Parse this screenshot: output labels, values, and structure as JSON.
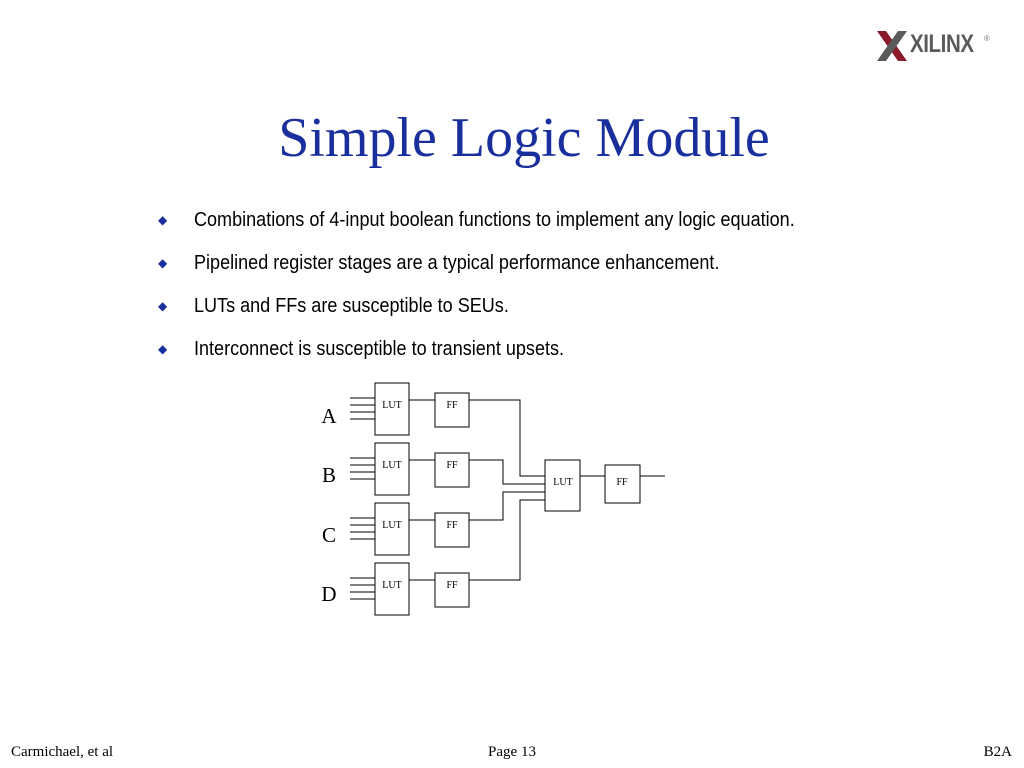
{
  "logo": {
    "text": "XILINX",
    "reg": "®"
  },
  "title": "Simple Logic Module",
  "bullets": [
    "Combinations of 4-input boolean functions to implement any logic equation.",
    "Pipelined register stages are a typical performance enhancement.",
    "LUTs and FFs are susceptible to SEUs.",
    "Interconnect is susceptible to transient upsets."
  ],
  "bullet_icon": "diamond-bullet-icon",
  "diagram": {
    "inputs": [
      "A",
      "B",
      "C",
      "D"
    ],
    "lut_label": "LUT",
    "ff_label": "FF"
  },
  "footer": {
    "left": "Carmichael, et al",
    "center": "Page 13",
    "right": "B2A"
  },
  "colors": {
    "title": "#1a2f9e",
    "bullet": "#1a2f9e",
    "logo_mark": "#8b1a2b",
    "logo_text": "#5a5a5a"
  }
}
